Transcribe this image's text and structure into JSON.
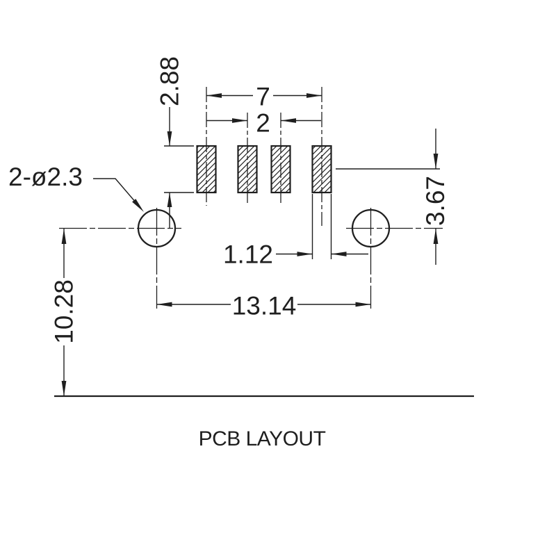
{
  "title": "PCB LAYOUT",
  "colors": {
    "ink": "#1f1f1f",
    "background": "#ffffff"
  },
  "callout": {
    "hole_label": "2-ø2.3"
  },
  "dimensions": {
    "pad_span": "7",
    "pad_pitch": "2",
    "pad_length": "2.88",
    "pad_width": "1.12",
    "hole_pitch": "13.14",
    "pad_to_hole_offset": "3.67",
    "hole_to_board_edge": "10.28"
  }
}
